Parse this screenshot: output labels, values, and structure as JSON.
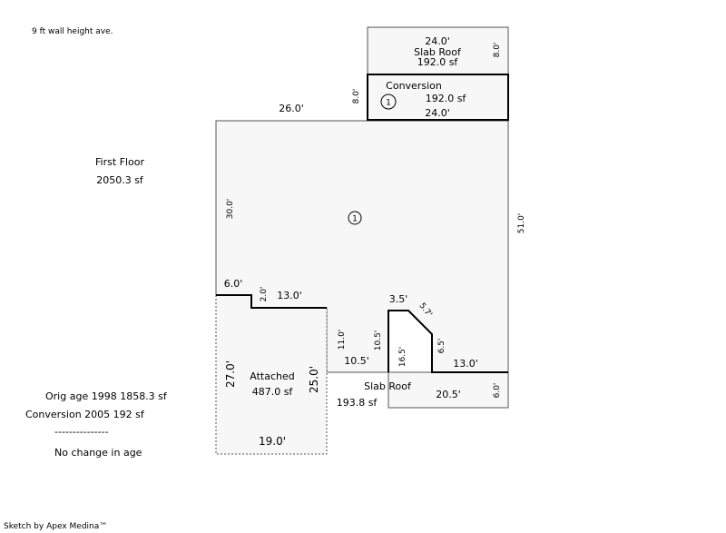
{
  "header": {
    "note": "9 ft wall height ave."
  },
  "first_floor": {
    "name": "First Floor",
    "area": "2050.3 sf",
    "marker": "1"
  },
  "slab_roof_top": {
    "width": "24.0'",
    "name": "Slab Roof",
    "area": "192.0 sf",
    "side": "8.0'"
  },
  "conversion": {
    "name": "Conversion",
    "area": "192.0 sf",
    "width": "24.0'",
    "side": "8.0'",
    "marker": "1"
  },
  "attached": {
    "name": "Attached",
    "area": "487.0 sf",
    "left": "27.0'",
    "right": "25.0'",
    "bottom": "19.0'"
  },
  "slab_roof_bottom": {
    "name": "Slab Roof",
    "area": "193.8 sf",
    "bottom": "20.5'",
    "right": "6.0'"
  },
  "dimensions": {
    "top": "26.0'",
    "left": "30.0'",
    "right": "51.0'",
    "step_a": "6.0'",
    "step_b": "2.0'",
    "step_c": "13.0'",
    "wall_a": "11.0'",
    "wall_b": "10.5'",
    "wall_c": "10.5'",
    "bump_top": "3.5'",
    "bump_diag": "5.7'",
    "bump_left": "16.5'",
    "bump_right": "6.5'",
    "bottom_right": "13.0'"
  },
  "age_notes": {
    "orig": "Orig age 1998   1858.3 sf",
    "conversion": "Conversion  2005  192 sf",
    "divider": "---------------",
    "change": "No change in age"
  },
  "footer": {
    "credit": "Sketch by Apex Medina™"
  }
}
